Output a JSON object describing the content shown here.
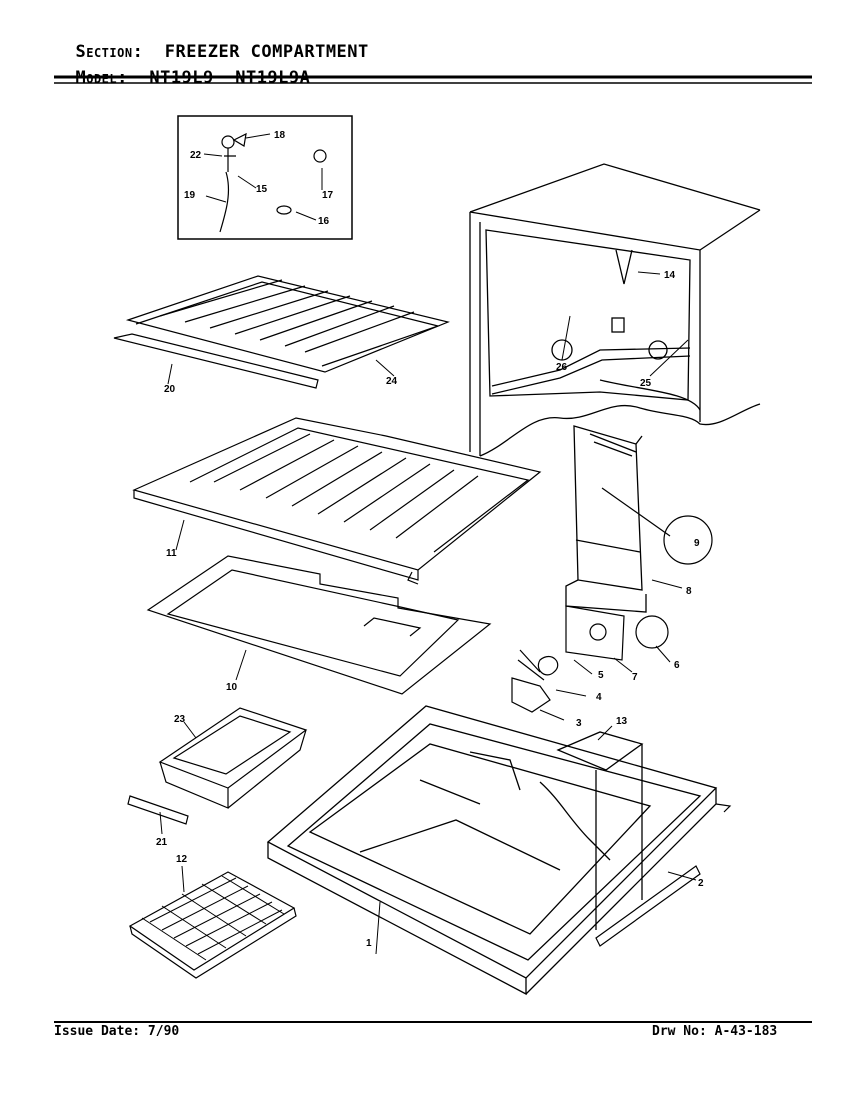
{
  "header": {
    "section_key": "Section:",
    "section_value": "FREEZER COMPARTMENT",
    "model_key": "Model:",
    "model_value": "NT19L9  NT19L9A"
  },
  "callouts": [
    "1",
    "2",
    "3",
    "4",
    "5",
    "6",
    "7",
    "8",
    "9",
    "10",
    "11",
    "12",
    "13",
    "14",
    "15",
    "16",
    "17",
    "18",
    "19",
    "20",
    "21",
    "22",
    "23",
    "24",
    "25",
    "26"
  ],
  "footer": {
    "issue_date": "Issue Date: 7/90",
    "drawing_no": "Drw No: A-43-183"
  }
}
